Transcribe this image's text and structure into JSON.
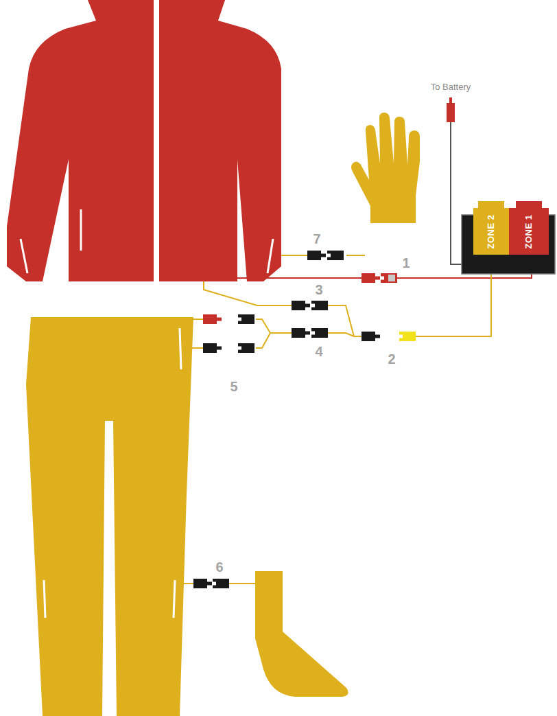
{
  "diagram": {
    "nodes": [
      {
        "text": [
          "ZONE 2"
        ]
      },
      {
        "text": [
          "ZONE 1"
        ]
      }
    ],
    "labels": [
      "To Battery",
      "1",
      "2",
      "3",
      "4",
      "5",
      "6",
      "7"
    ]
  }
}
